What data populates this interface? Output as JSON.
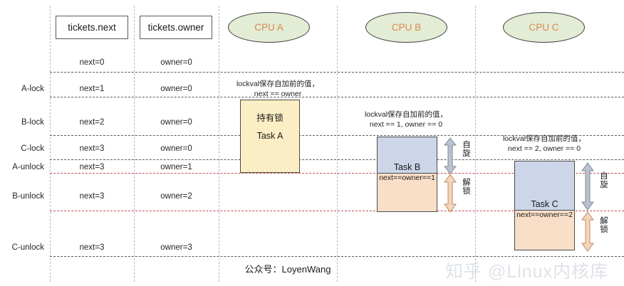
{
  "diagram": {
    "title": "ticket spinlock sequence",
    "colors": {
      "cpu_ellipse_fill": "#e3ecd5",
      "cpu_label": "#d98a4f",
      "task_a_fill": "#fbeec4",
      "task_spin_fill": "#ccd6e8",
      "task_unlock_fill": "#fadfc8",
      "grid_vertical": "#a8bcd4",
      "grid_horizontal": "#555a5f",
      "grid_horizontal_red": "#c0504d",
      "watermark": "#dfe3e8"
    },
    "headers": {
      "tickets_next": "tickets.next",
      "tickets_owner": "tickets.owner",
      "cpu_a": "CPU A",
      "cpu_b": "CPU B",
      "cpu_c": "CPU C"
    },
    "row_labels": [
      "A-lock",
      "B-lock",
      "C-lock",
      "A-unlock",
      "B-unlock",
      "C-unlock"
    ],
    "next_values": [
      "next=0",
      "next=1",
      "next=2",
      "next=3",
      "next=3",
      "next=3",
      "next=3"
    ],
    "owner_values": [
      "owner=0",
      "owner=0",
      "owner=0",
      "owner=0",
      "owner=1",
      "owner=2",
      "owner=3"
    ],
    "notes": {
      "cpu_a_line1": "lockval保存自加前的值，",
      "cpu_a_line2": "next == owner",
      "cpu_b_line1": "lockval保存自加前的值，",
      "cpu_b_line2": "next == 1, owner == 0",
      "cpu_c_line1": "lockval保存自加前的值，",
      "cpu_c_line2": "next == 2, owner == 0"
    },
    "tasks": {
      "task_a_hold": "持有锁",
      "task_a_name": "Task A",
      "task_b_name": "Task B",
      "task_b_cond": "next==owner==1",
      "task_c_name": "Task C",
      "task_c_cond": "next==owner==2"
    },
    "arrow_labels": {
      "spin": "自旋",
      "unlock": "解锁"
    },
    "footer": {
      "account": "公众号：LoyenWang",
      "watermark": "知乎 @Linux内核库"
    }
  }
}
